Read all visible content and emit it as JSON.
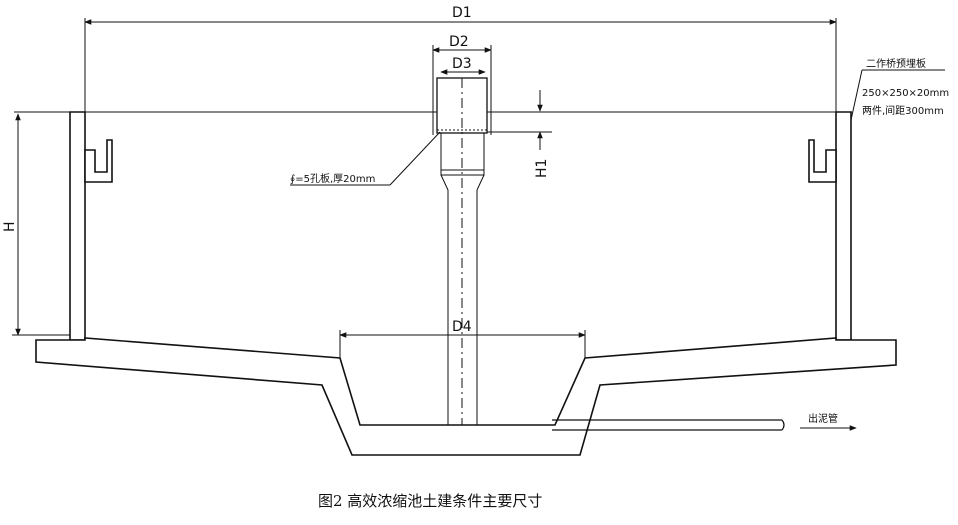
{
  "labels": {
    "d1": "D1",
    "d2": "D2",
    "d3": "D3",
    "d4": "D4",
    "h": "H",
    "h1": "H1",
    "plate_note": "∮=5孔板,厚20mm",
    "embed_note_1": "二作桥预埋板",
    "embed_note_2": "250×250×20mm",
    "embed_note_3": "两件,间距300mm",
    "outlet": "出泥管",
    "caption": "图2  高效浓缩池土建条件主要尺寸"
  }
}
